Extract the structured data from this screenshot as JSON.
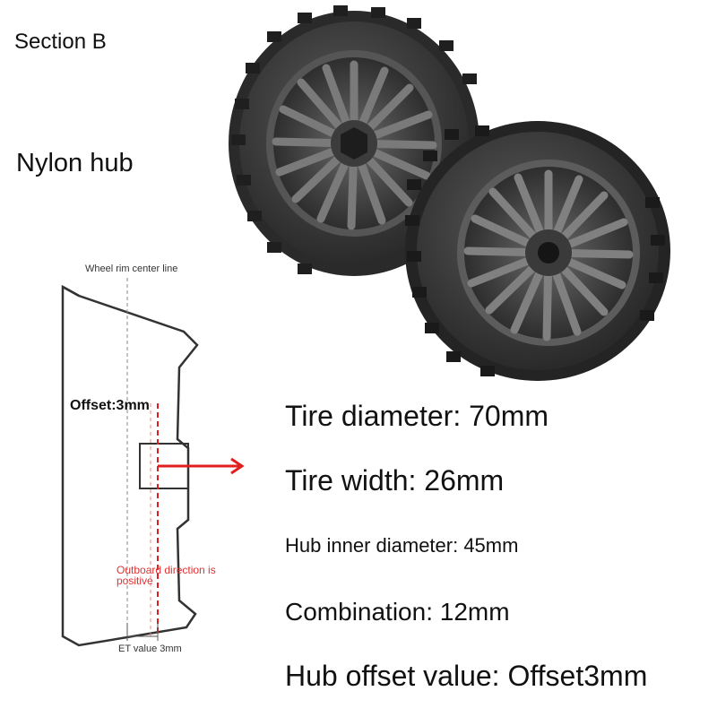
{
  "header": {
    "section": "Section B",
    "product": "Nylon hub"
  },
  "specs": [
    "Tire diameter: 70mm",
    "Tire width: 26mm",
    "Hub inner diameter: 45mm",
    "Combination: 12mm",
    "Hub offset value: Offset3mm"
  ],
  "diagram": {
    "centerline_label": "Wheel rim center line",
    "offset_label": "Offset:3mm",
    "outboard_label": "Outboard direction is positive",
    "et_label": "ET value 3mm"
  },
  "colors": {
    "tire": "#3a3a3a",
    "tread": "#2b2b2b",
    "hub": "#4a4a4a",
    "arrow": "#e02020"
  }
}
